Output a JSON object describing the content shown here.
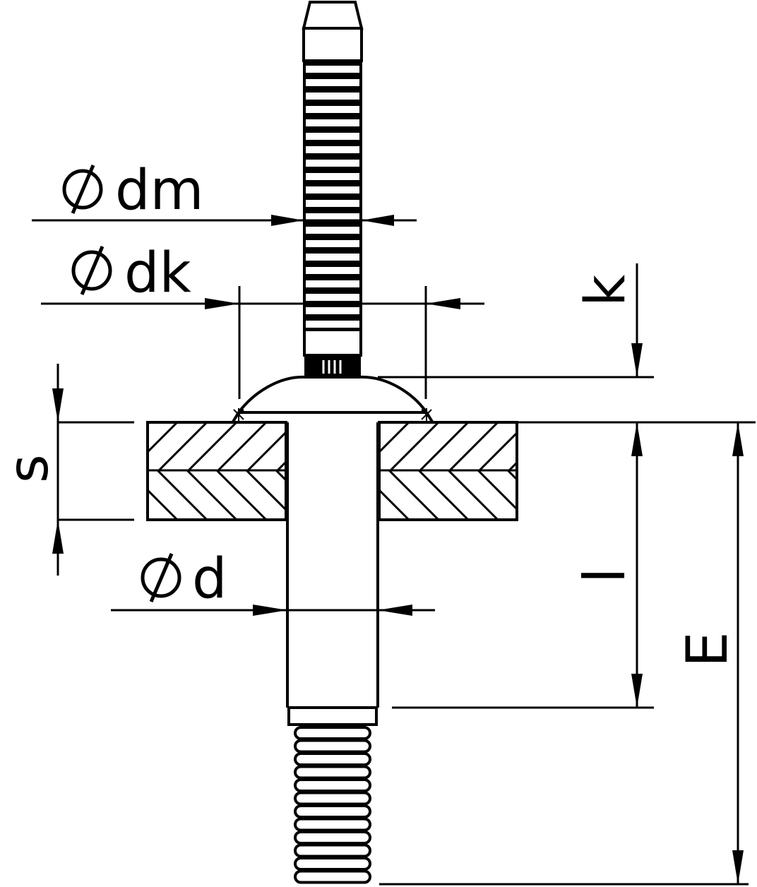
{
  "labels": {
    "dm": "dm",
    "dk": "dk",
    "k": "k",
    "s": "s",
    "d": "d",
    "l": "l",
    "e": "E"
  },
  "symbols": {
    "diameter": "diameter-symbol"
  },
  "colors": {
    "line": "#000000",
    "background": "#ffffff"
  }
}
